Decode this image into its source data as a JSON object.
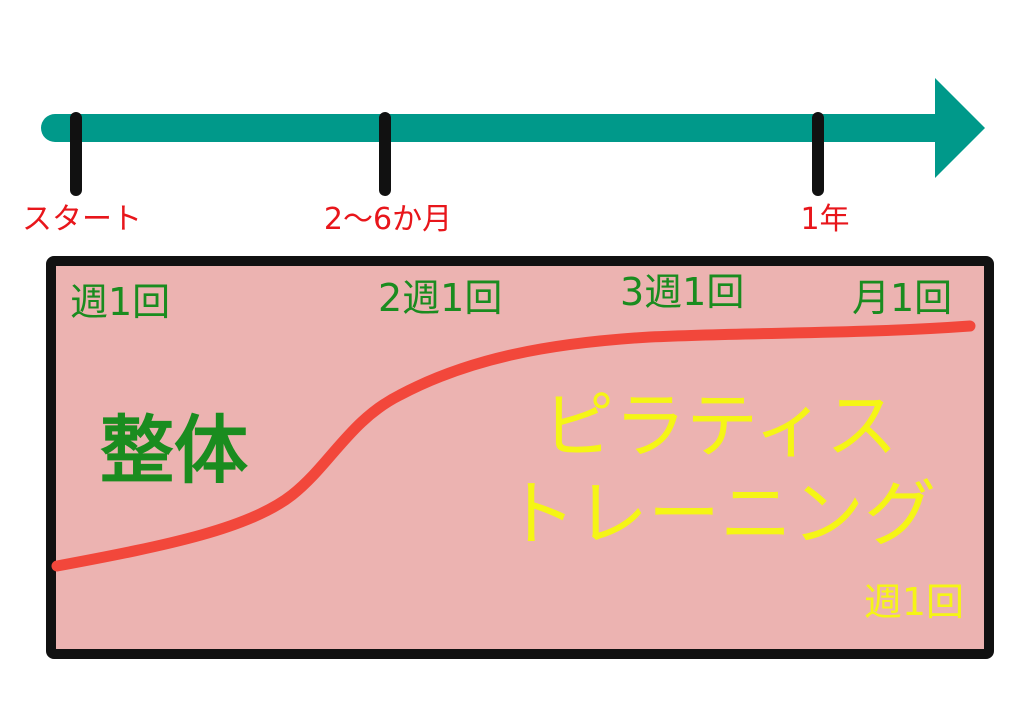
{
  "timeline": {
    "arrow_color": "#00998a",
    "tick_color": "#111111",
    "label_color": "#e8161b",
    "ticks": [
      {
        "label": "スタート"
      },
      {
        "label": "2〜6か月"
      },
      {
        "label": "1年"
      }
    ]
  },
  "panel": {
    "background_color": "#ecb3b1",
    "border_color": "#111111",
    "curve_color": "#f2473b",
    "seitai": {
      "title": "整体",
      "color": "#1a8c1f",
      "frequencies": [
        "週1回",
        "2週1回",
        "3週1回",
        "月1回"
      ]
    },
    "pilates": {
      "title_line1": "ピラティス",
      "title_line2": "トレーニング",
      "color": "#f5f515",
      "frequency": "週1回"
    }
  }
}
